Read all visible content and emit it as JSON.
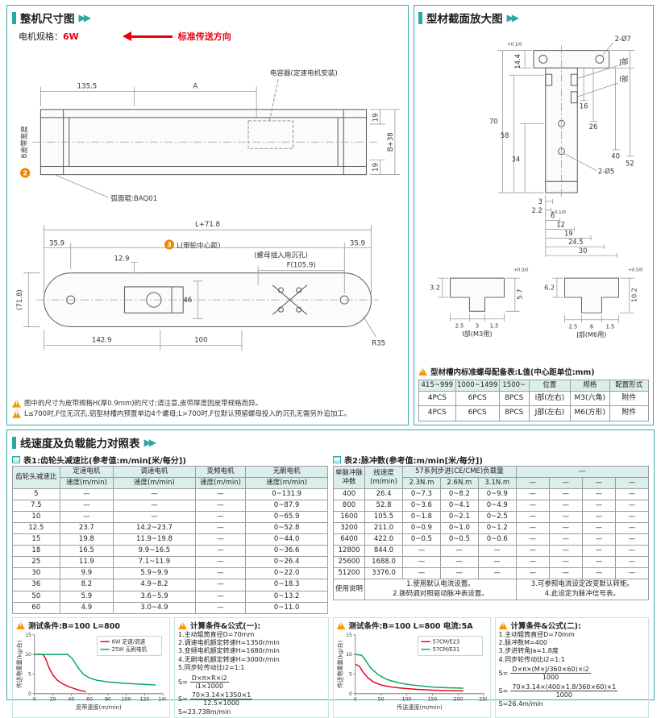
{
  "colors": {
    "accent_teal": "#2BA8A4",
    "accent_red": "#E60012",
    "accent_orange": "#F59B00",
    "series_red": "#E60012",
    "series_green": "#00A45A"
  },
  "sections": {
    "overall_title": "整机尺寸图",
    "profile_title": "型材截面放大图",
    "speed_title": "线速度及负载能力对照表"
  },
  "overall": {
    "motor_label": "电机规格：",
    "motor_value": "6W",
    "direction_label": "标准传送方向",
    "top_view": {
      "dim_a1": "135.5",
      "dim_a2": "A",
      "capacitor_label": "电容器(定速电机安装)",
      "dim_19_top": "19",
      "dim_b38": "B+38",
      "dim_19_bot": "19",
      "belt_width_mark": "2",
      "belt_width_label": "B皮带宽度",
      "roller_label": "弧面辊:BAQ01"
    },
    "plan_view": {
      "dim_total": "L+71.8",
      "dim_left": "35.9",
      "center_mark": "3",
      "center_label": "L(带轮中心距)",
      "dim_right": "35.9",
      "dim_129": "12.9",
      "sink_label": "(螺母插入用沉孔)",
      "dim_f": "F(105.9)",
      "dim_46": "46",
      "dim_height": "(71.8)",
      "dim_1429": "142.9",
      "dim_100": "100",
      "dim_r35": "R35"
    },
    "notes": [
      "图中的尺寸为皮带规格H(厚0.9mm)的尺寸;请注意,皮带厚度因皮带规格而异。",
      "L≤700时,F位无沉孔,铝型材槽内预置单边4个螺母;L>700时,F位默认预留螺母投入的沉孔无需另外追加工。"
    ]
  },
  "profile": {
    "cross_section": {
      "d_2o7": "2-Ø7",
      "d_144": "14.4",
      "d_144_tol": "+0.1/0",
      "j_label": "J部",
      "i_label": "I部",
      "d_70": "70",
      "d_58": "58",
      "d_34": "34",
      "d_26": "26",
      "d_16": "16",
      "d_40": "40",
      "d_52": "52",
      "d_2o5": "2-Ø5",
      "d_3": "3",
      "d_22": "2.2",
      "d_22_tol": "+0.1/0",
      "d_6": "6",
      "d_12": "12",
      "d_19": "19",
      "d_245": "24.5",
      "d_30": "30"
    },
    "detail_i": {
      "title": "I部(M3用)",
      "d_left": "3.2",
      "d_right": "5.7",
      "d_right_tol": "+0.3/0",
      "d_b1": "2.5",
      "d_b2": "3",
      "d_b3": "1.5"
    },
    "detail_j": {
      "title": "J部(M6用)",
      "d_left": "6.2",
      "d_right": "10.2",
      "d_right_tol": "+0.5/0",
      "d_b1": "2.5",
      "d_b2": "6",
      "d_b3": "1.5"
    },
    "nut_table": {
      "caption": "型材槽内标准螺母配备表:L值(中心距单位:mm)",
      "headers": [
        "415~999",
        "1000~1499",
        "1500~",
        "位置",
        "规格",
        "配置形式"
      ],
      "rows": [
        [
          "4PCS",
          "6PCS",
          "8PCS",
          "I部(左右)",
          "M3(六角)",
          "附件"
        ],
        [
          "4PCS",
          "6PCS",
          "8PCS",
          "J部(左右)",
          "M6(方形)",
          "附件"
        ]
      ]
    }
  },
  "speed": {
    "table1": {
      "title": "表1:齿轮头减速比(参考值:m/min[米/每分])",
      "corner_header": "齿轮头减速比",
      "group_headers": [
        "定速电机",
        "调速电机",
        "变频电机",
        "无刷电机"
      ],
      "sub_header": "速度(m/min)",
      "rows": [
        [
          "5",
          "—",
          "—",
          "—",
          "0~131.9"
        ],
        [
          "7.5",
          "—",
          "—",
          "—",
          "0~87.9"
        ],
        [
          "10",
          "—",
          "—",
          "—",
          "0~65.9"
        ],
        [
          "12.5",
          "23.7",
          "14.2~23.7",
          "—",
          "0~52.8"
        ],
        [
          "15",
          "19.8",
          "11.9~19.8",
          "—",
          "0~44.0"
        ],
        [
          "18",
          "16.5",
          "9.9~16.5",
          "—",
          "0~36.6"
        ],
        [
          "25",
          "11.9",
          "7.1~11.9",
          "—",
          "0~26.4"
        ],
        [
          "30",
          "9.9",
          "5.9~9.9",
          "—",
          "0~22.0"
        ],
        [
          "36",
          "8.2",
          "4.9~8.2",
          "—",
          "0~18.3"
        ],
        [
          "50",
          "5.9",
          "3.6~5.9",
          "—",
          "0~13.2"
        ],
        [
          "60",
          "4.9",
          "3.0~4.9",
          "—",
          "0~11.0"
        ]
      ]
    },
    "table2": {
      "title": "表2:脉冲数(参考值:m/min[米/每分])",
      "h_pulse": "单脉冲脉冲数",
      "h_speed": "线速度(m/min)",
      "h_group1": "57系列步进(CE/CME)负载量",
      "h_group2": "—",
      "sub_headers": [
        "2.3N.m",
        "2.6N.m",
        "3.1N.m",
        "—",
        "—",
        "—",
        "—"
      ],
      "rows": [
        [
          "400",
          "26.4",
          "0~7.3",
          "0~8.2",
          "0~9.9",
          "—",
          "—",
          "—",
          "—"
        ],
        [
          "800",
          "52.8",
          "0~3.6",
          "0~4.1",
          "0~4.9",
          "—",
          "—",
          "—",
          "—"
        ],
        [
          "1600",
          "105.5",
          "0~1.8",
          "0~2.1",
          "0~2.5",
          "—",
          "—",
          "—",
          "—"
        ],
        [
          "3200",
          "211.0",
          "0~0.9",
          "0~1.0",
          "0~1.2",
          "—",
          "—",
          "—",
          "—"
        ],
        [
          "6400",
          "422.0",
          "0~0.5",
          "0~0.5",
          "0~0.6",
          "—",
          "—",
          "—",
          "—"
        ],
        [
          "12800",
          "844.0",
          "—",
          "—",
          "—",
          "—",
          "—",
          "—",
          "—"
        ],
        [
          "25600",
          "1688.0",
          "—",
          "—",
          "—",
          "—",
          "—",
          "—",
          "—"
        ],
        [
          "51200",
          "3376.0",
          "—",
          "—",
          "—",
          "—",
          "—",
          "—",
          "—"
        ]
      ],
      "usage_label": "使用说明",
      "usage_notes": [
        "1.使用默认电流设置。",
        "2.拨码调对照驱动脉冲表设置。",
        "3.可参照电流设定改变默认转矩。",
        "4.此设定为脉冲信号表。"
      ]
    }
  },
  "panels": {
    "s_eq": "S=",
    "calc1_title": "计算条件&公式(一):",
    "calc1_lines": [
      "1.主动辊筒直径D=70mm",
      "2.调速电机额定转速H=1350r/min",
      "3.变频电机额定转速H=1680r/min",
      "4.无刷电机额定转速H=3000r/min",
      "5.同步轮传动比i2=1:1"
    ],
    "calc1_f1_num": "D×π×R×i2",
    "calc1_f1_den": "i1×1000",
    "calc1_f2_num": "70×3.14×1350×1",
    "calc1_f2_den": "12.5×1000",
    "calc1_result": "S=23.738m/min",
    "calc2_title": "计算条件&公式(二):",
    "calc2_lines": [
      "1.主动辊筒直径D=70mm",
      "2.脉冲数M=400",
      "3.步进转角Ja=1.8度",
      "4.同步轮传动比i2=1:1"
    ],
    "calc2_f1_num": "D×π×(M×J/360×60)×i2",
    "calc2_f1_den": "1000",
    "calc2_f2_num": "70×3.14×(400×1.8/360×60)×1",
    "calc2_f2_den": "1000",
    "calc2_result": "S=26.4m/min"
  },
  "chart_data": [
    {
      "type": "line",
      "title": "测试条件:B=100  L=800",
      "xlabel": "皮带速度(m/min)",
      "ylabel": "传送物重量(kg/台)",
      "xlim": [
        0,
        140
      ],
      "ylim": [
        0,
        15
      ],
      "xticks": [
        0,
        20,
        40,
        60,
        80,
        100,
        120,
        140
      ],
      "yticks": [
        0,
        5,
        10,
        15
      ],
      "grid": false,
      "legend_position": "top-right",
      "series": [
        {
          "name": "6W 定速/调速",
          "color": "#E60012",
          "points": [
            [
              0,
              10
            ],
            [
              9,
              10
            ],
            [
              12,
              9
            ],
            [
              16,
              6.5
            ],
            [
              20,
              4.8
            ],
            [
              25,
              3.4
            ],
            [
              30,
              2.6
            ],
            [
              36,
              1.9
            ],
            [
              43,
              1.3
            ],
            [
              50,
              0.8
            ],
            [
              56,
              0.5
            ]
          ]
        },
        {
          "name": "25W 无刷电机",
          "color": "#00A45A",
          "points": [
            [
              0,
              10
            ],
            [
              36,
              10
            ],
            [
              41,
              9
            ],
            [
              47,
              6.8
            ],
            [
              53,
              5
            ],
            [
              60,
              4
            ],
            [
              68,
              3.4
            ],
            [
              80,
              3
            ],
            [
              95,
              2.7
            ],
            [
              110,
              2.5
            ],
            [
              125,
              2.3
            ],
            [
              132,
              2.2
            ]
          ]
        }
      ]
    },
    {
      "type": "line",
      "title": "测试条件:B=100 L=800 电流:5A",
      "xlabel": "传送速度(m/min)",
      "ylabel": "传送物重量(kg/台)",
      "xlim": [
        0,
        250
      ],
      "ylim": [
        0,
        15
      ],
      "xticks": [
        0,
        50,
        100,
        150,
        200,
        250
      ],
      "yticks": [
        0,
        5,
        10,
        15
      ],
      "grid": false,
      "legend_position": "top-right",
      "series": [
        {
          "name": "57CM/E23",
          "color": "#E60012",
          "points": [
            [
              0,
              7.5
            ],
            [
              8,
              7
            ],
            [
              15,
              5.5
            ],
            [
              25,
              4
            ],
            [
              35,
              3
            ],
            [
              50,
              2.2
            ],
            [
              70,
              1.7
            ],
            [
              90,
              1.4
            ],
            [
              120,
              1.1
            ],
            [
              150,
              0.9
            ],
            [
              180,
              0.8
            ],
            [
              210,
              0.7
            ]
          ]
        },
        {
          "name": "57CM/E31",
          "color": "#00A45A",
          "points": [
            [
              0,
              10
            ],
            [
              12,
              9.8
            ],
            [
              20,
              8.5
            ],
            [
              30,
              6.5
            ],
            [
              45,
              4.8
            ],
            [
              60,
              3.7
            ],
            [
              80,
              2.9
            ],
            [
              100,
              2.4
            ],
            [
              125,
              2
            ],
            [
              150,
              1.7
            ],
            [
              180,
              1.5
            ],
            [
              210,
              1.4
            ]
          ]
        }
      ]
    }
  ]
}
